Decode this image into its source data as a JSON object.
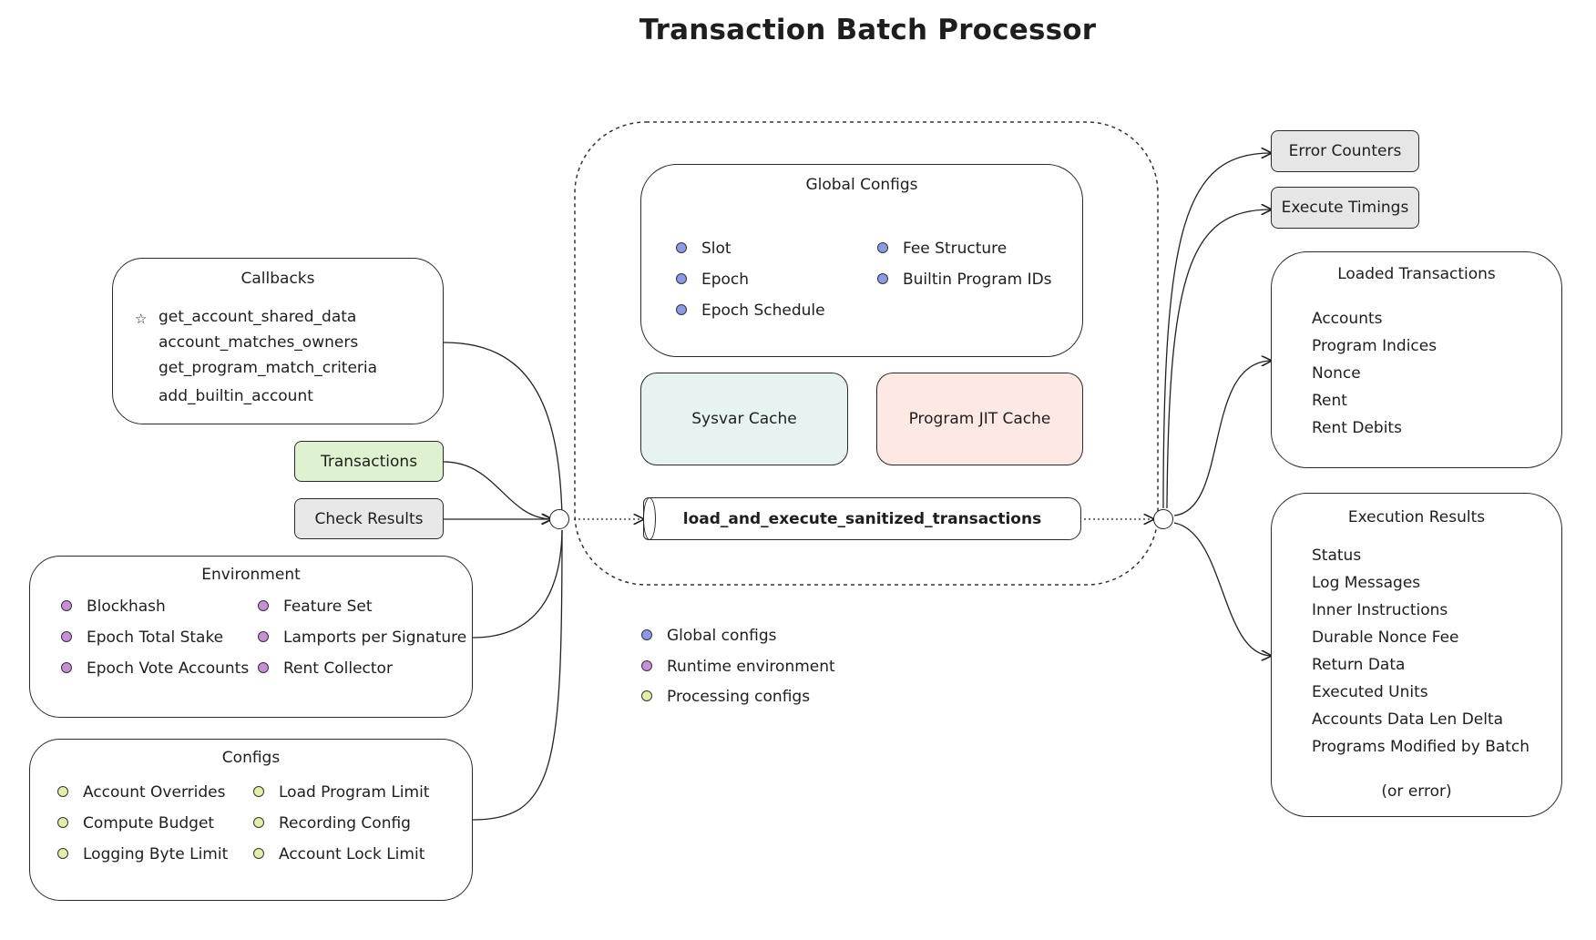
{
  "title": "Transaction Batch Processor",
  "colors": {
    "global_config_dot": "#8b9ae6",
    "runtime_env_dot": "#c88fd8",
    "processing_config_dot": "#e3efa6",
    "transactions_fill": "#dff2d0",
    "check_results_fill": "#e8e8e8",
    "sysvar_fill": "#e7f3f0",
    "jit_fill": "#fde8e4",
    "output_pill_fill": "#e6e6e6"
  },
  "callbacks": {
    "title": "Callbacks",
    "star_icon": "star-icon",
    "items": [
      "get_account_shared_data",
      "account_matches_owners",
      "get_program_match_criteria",
      "add_builtin_account"
    ]
  },
  "transactions": "Transactions",
  "check_results": "Check Results",
  "environment": {
    "title": "Environment",
    "left": [
      "Blockhash",
      "Epoch Total Stake",
      "Epoch Vote Accounts"
    ],
    "right": [
      "Feature Set",
      "Lamports per Signature",
      "Rent Collector"
    ]
  },
  "configs": {
    "title": "Configs",
    "left": [
      "Account Overrides",
      "Compute Budget",
      "Logging Byte Limit"
    ],
    "right": [
      "Load Program Limit",
      "Recording Config",
      "Account Lock Limit"
    ]
  },
  "global_configs": {
    "title": "Global Configs",
    "left": [
      "Slot",
      "Epoch",
      "Epoch Schedule"
    ],
    "right": [
      "Fee Structure",
      "Builtin Program IDs"
    ]
  },
  "sysvar_cache": "Sysvar Cache",
  "program_jit_cache": "Program JIT Cache",
  "main_function": "load_and_execute_sanitized_transactions",
  "legend": [
    "Global configs",
    "Runtime environment",
    "Processing configs"
  ],
  "error_counters": "Error Counters",
  "execute_timings": "Execute Timings",
  "loaded_transactions": {
    "title": "Loaded Transactions",
    "items": [
      "Accounts",
      "Program Indices",
      "Nonce",
      "Rent",
      "Rent Debits"
    ]
  },
  "execution_results": {
    "title": "Execution Results",
    "items": [
      "Status",
      "Log Messages",
      "Inner Instructions",
      "Durable Nonce Fee",
      "Return Data",
      "Executed Units",
      "Accounts Data Len Delta",
      "Programs Modified by Batch"
    ],
    "footer": "(or error)"
  }
}
